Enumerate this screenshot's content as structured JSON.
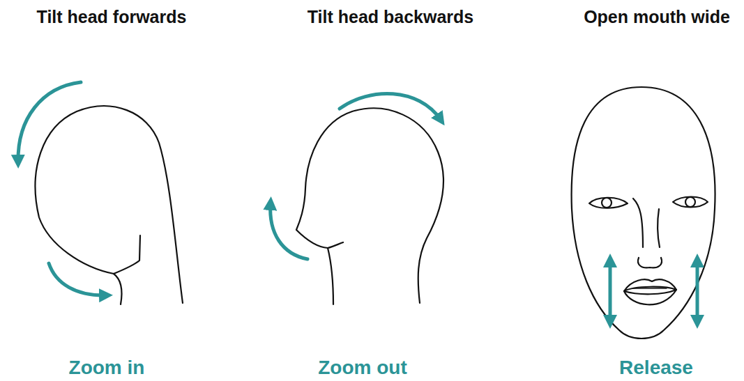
{
  "diagram": {
    "labels": [
      "Tilt head forwards",
      "Tilt head backwards",
      "Open mouth wide",
      "Zoom in",
      "Zoom out",
      "Release"
    ]
  }
}
